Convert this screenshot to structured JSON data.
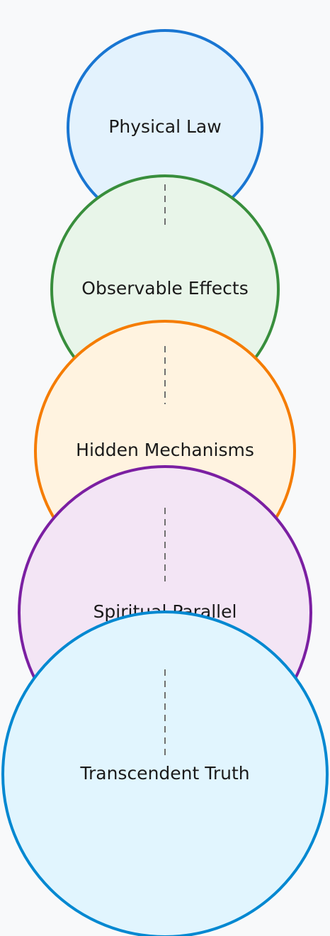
{
  "layers": [
    {
      "label": "Physical Law",
      "stroke": "#1976d2",
      "fill": "#e3f2fd"
    },
    {
      "label": "Observable Effects",
      "stroke": "#388e3c",
      "fill": "#e8f5e9"
    },
    {
      "label": "Hidden Mechanisms",
      "stroke": "#f57c00",
      "fill": "#fff3e0"
    },
    {
      "label": "Spiritual Parallel",
      "stroke": "#7b1fa2",
      "fill": "#f3e5f5"
    },
    {
      "label": "Transcendent Truth",
      "stroke": "#0288d1",
      "fill": "#e1f5fe"
    }
  ]
}
